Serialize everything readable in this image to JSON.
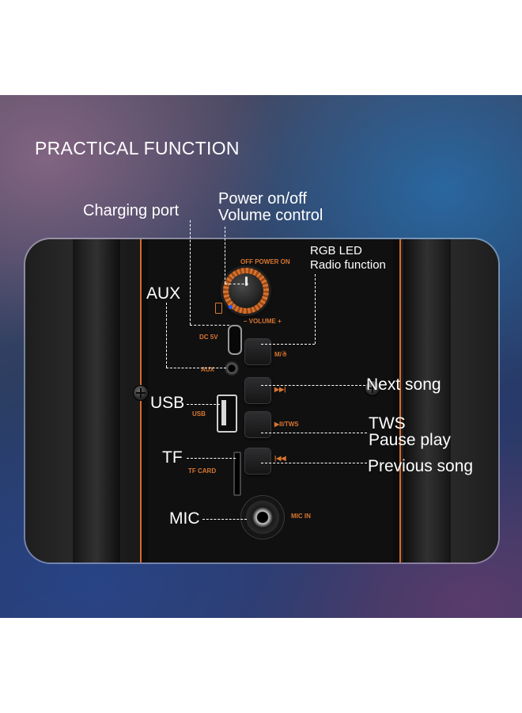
{
  "heading": "PRACTICAL FUNCTION",
  "callouts": {
    "charging_port": "Charging port",
    "power_line1": "Power on/off",
    "power_line2": "Volume control",
    "rgb_line1": "RGB LED",
    "rgb_line2": "Radio function",
    "aux": "AUX",
    "next_song": "Next song",
    "usb": "USB",
    "tws": "TWS",
    "pause_play": "Pause play",
    "tf": "TF",
    "previous_song": "Previous song",
    "mic": "MIC"
  },
  "panel_labels": {
    "power_switch": "OFF POWER ON",
    "volume": "– VOLUME +",
    "dc": "DC 5V",
    "mode": "M/",
    "aux": "AUX",
    "next": "▶▶|",
    "usb": "USB",
    "play_tws": "▶II/TWS",
    "tf_card": "TF CARD",
    "prev": "|◀◀",
    "mic_in": "MIC IN"
  },
  "colors": {
    "accent": "#d9762f",
    "text": "#ffffff"
  }
}
